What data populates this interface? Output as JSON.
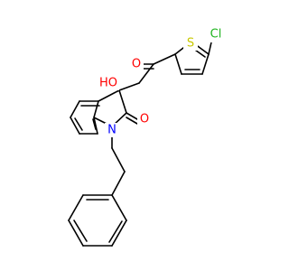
{
  "atom_labels": {
    "chlorine": "Cl",
    "sulfur": "S",
    "ketone_oxygen": "O",
    "hydroxyl": "HO",
    "lactam_oxygen": "O",
    "nitrogen": "N"
  },
  "colors": {
    "bond": "#000000",
    "oxygen": "#ff0000",
    "nitrogen": "#0000ff",
    "sulfur": "#c8c800",
    "chlorine": "#1fb41f",
    "background": "#ffffff"
  }
}
